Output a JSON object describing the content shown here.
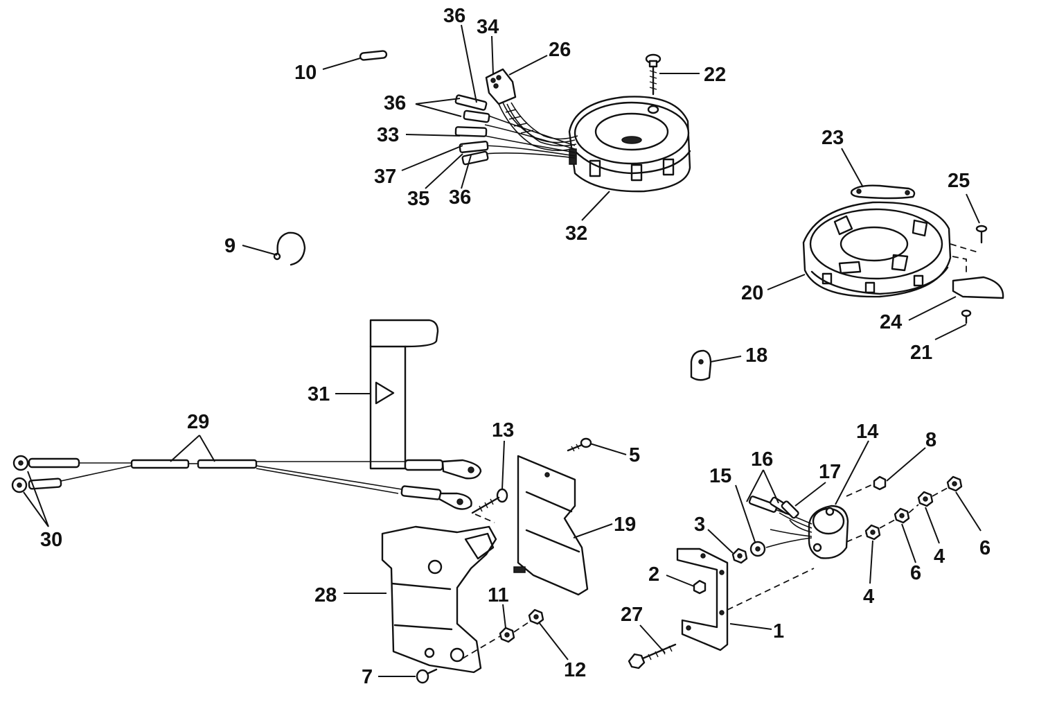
{
  "callouts": [
    {
      "n": "10"
    },
    {
      "n": "36"
    },
    {
      "n": "34"
    },
    {
      "n": "26"
    },
    {
      "n": "22"
    },
    {
      "n": "36"
    },
    {
      "n": "33"
    },
    {
      "n": "37"
    },
    {
      "n": "35"
    },
    {
      "n": "36"
    },
    {
      "n": "32"
    },
    {
      "n": "23"
    },
    {
      "n": "25"
    },
    {
      "n": "20"
    },
    {
      "n": "24"
    },
    {
      "n": "21"
    },
    {
      "n": "9"
    },
    {
      "n": "18"
    },
    {
      "n": "31"
    },
    {
      "n": "29"
    },
    {
      "n": "30"
    },
    {
      "n": "13"
    },
    {
      "n": "5"
    },
    {
      "n": "19"
    },
    {
      "n": "14"
    },
    {
      "n": "8"
    },
    {
      "n": "16"
    },
    {
      "n": "17"
    },
    {
      "n": "15"
    },
    {
      "n": "3"
    },
    {
      "n": "2"
    },
    {
      "n": "4"
    },
    {
      "n": "6"
    },
    {
      "n": "4"
    },
    {
      "n": "6"
    },
    {
      "n": "28"
    },
    {
      "n": "11"
    },
    {
      "n": "12"
    },
    {
      "n": "27"
    },
    {
      "n": "1"
    },
    {
      "n": "7"
    }
  ]
}
